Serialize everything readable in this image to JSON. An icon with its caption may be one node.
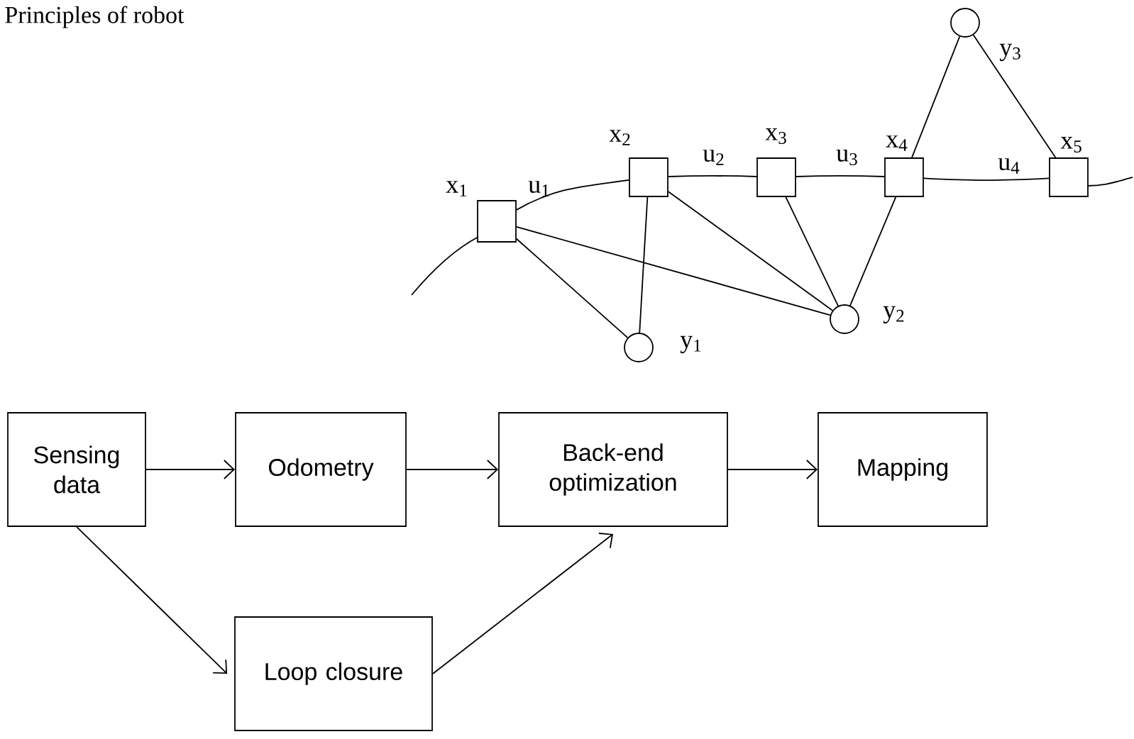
{
  "diagram": {
    "nodes": [
      {
        "text": [],
        "shape": "box",
        "beside": [
          "x$_{1}$"
        ]
      },
      {
        "text": [],
        "shape": "box",
        "beside": [
          "x$_{2}$"
        ]
      },
      {
        "text": [],
        "shape": "box",
        "beside": [
          "x$_{3}$"
        ]
      },
      {
        "text": [],
        "shape": "box",
        "beside": [
          "x$_{4}$"
        ]
      },
      {
        "text": [],
        "shape": "box",
        "beside": [
          "x$_{5}$"
        ]
      },
      {
        "text": [],
        "shape": "circle",
        "beside": [
          "y$_{1}$"
        ]
      },
      {
        "text": [],
        "shape": "circle",
        "beside": [
          "y$_{2}$"
        ]
      },
      {
        "text": [],
        "shape": "circle",
        "beside": [
          "y$_{3}$"
        ]
      },
      {
        "text": [
          "Sensing data"
        ]
      },
      {
        "text": [
          "Odometry"
        ]
      },
      {
        "text": [
          "Back-end optimization"
        ]
      },
      {
        "text": [
          "Mapping"
        ]
      },
      {
        "text": [
          "Loop closure"
        ]
      }
    ],
    "edges": [
      {
        "from": 0,
        "to": 1,
        "arrow": "none",
        "label": "u$_{1}$"
      },
      {
        "from": 1,
        "to": 2,
        "arrow": "none",
        "label": "u$_{2}$"
      },
      {
        "from": 2,
        "to": 3,
        "arrow": "none",
        "label": "u$_{3}$"
      },
      {
        "from": 3,
        "to": 4,
        "arrow": "none",
        "label": "u$_{4}$"
      },
      {
        "from": 0,
        "to": 5,
        "arrow": "none"
      },
      {
        "from": 0,
        "to": 6,
        "arrow": "none"
      },
      {
        "from": 1,
        "to": 5,
        "arrow": "none"
      },
      {
        "from": 1,
        "to": 6,
        "arrow": "none"
      },
      {
        "from": 2,
        "to": 6,
        "arrow": "none"
      },
      {
        "from": 3,
        "to": 6,
        "arrow": "none"
      },
      {
        "from": 3,
        "to": 7,
        "arrow": "none"
      },
      {
        "from": 4,
        "to": 7,
        "arrow": "none"
      },
      {
        "from": 8,
        "to": 9,
        "arrow": "to"
      },
      {
        "from": 9,
        "to": 10,
        "arrow": "to"
      },
      {
        "from": 10,
        "to": 11,
        "arrow": "to"
      },
      {
        "from": 8,
        "to": 12,
        "arrow": "to"
      },
      {
        "from": 12,
        "to": 10,
        "arrow": "to"
      }
    ],
    "labels": [
      "Principles of robot"
    ]
  }
}
